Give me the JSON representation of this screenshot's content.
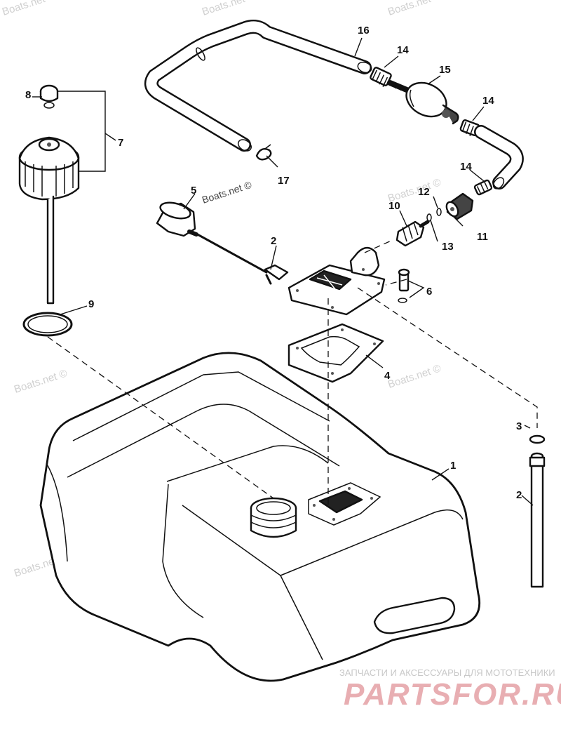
{
  "diagram": {
    "part_numbers": {
      "fuel_tank": "1",
      "pickup_tube_assembly": "2",
      "pickup_tube_lower": "2",
      "gasket_small": "3",
      "gasket_sending_unit": "4",
      "float": "5",
      "screw_washer": "6",
      "fuel_cap_gauge": "7",
      "o_ring_small": "8",
      "o_ring_cap": "9",
      "fitting_male": "10",
      "fitting_female": "11",
      "o_ring_12": "12",
      "o_ring_13": "13",
      "hose_clamp_upper": "14",
      "hose_clamp_right": "14",
      "hose_clamp_lower": "14",
      "primer_bulb": "15",
      "fuel_hose": "16",
      "tie_strap": "17"
    },
    "watermarks": {
      "boats_net": "Boats.net ©",
      "brand_tagline": "ЗАПЧАСТИ И АКСЕССУАРЫ ДЛЯ МОТОТЕХНИКИ",
      "brand_name": "PARTSFOR.RU"
    },
    "colors": {
      "line": "#111111",
      "watermark": "#d0d0d0",
      "brand": "#e8aeb2"
    }
  }
}
